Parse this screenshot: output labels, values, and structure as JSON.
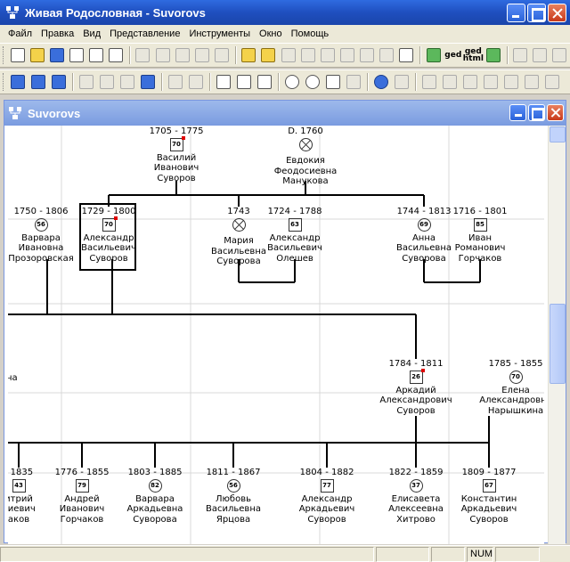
{
  "window": {
    "title": "Живая Родословная - Suvorovs"
  },
  "menu": [
    "Файл",
    "Правка",
    "Вид",
    "Представление",
    "Инструменты",
    "Окно",
    "Помощь"
  ],
  "toolbar1": {
    "ged_label": "ged",
    "ged_html_label": "ged\nhtml"
  },
  "child": {
    "title": "Suvorovs"
  },
  "tree": {
    "partial_label": "на",
    "people": [
      {
        "id": "vasiliy",
        "dates": "1705 - 1775",
        "age": "70",
        "sex": "male",
        "dead": false,
        "marker": true,
        "lines": [
          "Василий",
          "Иванович",
          "Суворов"
        ]
      },
      {
        "id": "evdokiya",
        "dates": "D. 1760",
        "age": "",
        "sex": "female",
        "dead": true,
        "marker": false,
        "lines": [
          "Евдокия",
          "Феодосиевна",
          "Манукова"
        ]
      },
      {
        "id": "varvara-p",
        "dates": "1750 - 1806",
        "age": "56",
        "sex": "female",
        "dead": false,
        "marker": false,
        "lines": [
          "Варвара",
          "Ивановна",
          "Прозоровская"
        ]
      },
      {
        "id": "aleksandr-v",
        "dates": "1729 - 1800",
        "age": "70",
        "sex": "male",
        "dead": false,
        "marker": true,
        "lines": [
          "Александр",
          "Васильевич",
          "Суворов"
        ]
      },
      {
        "id": "mariya",
        "dates": "1743",
        "age": "",
        "sex": "female",
        "dead": true,
        "marker": false,
        "lines": [
          "Мария",
          "Васильевна",
          "Суворова"
        ]
      },
      {
        "id": "aleksandr-o",
        "dates": "1724 - 1788",
        "age": "63",
        "sex": "male",
        "dead": false,
        "marker": false,
        "lines": [
          "Александр",
          "Васильевич",
          "Олешев"
        ]
      },
      {
        "id": "anna",
        "dates": "1744 - 1813",
        "age": "69",
        "sex": "female",
        "dead": false,
        "marker": false,
        "lines": [
          "Анна",
          "Васильевна",
          "Суворова"
        ]
      },
      {
        "id": "ivan",
        "dates": "1716 - 1801",
        "age": "85",
        "sex": "male",
        "dead": false,
        "marker": false,
        "lines": [
          "Иван",
          "Романович",
          "Горчаков"
        ]
      },
      {
        "id": "arkadiy",
        "dates": "1784 - 1811",
        "age": "26",
        "sex": "male",
        "dead": false,
        "marker": true,
        "lines": [
          "Аркадий",
          "Александрович",
          "Суворов"
        ]
      },
      {
        "id": "elena",
        "dates": "1785 - 1855",
        "age": "70",
        "sex": "female",
        "dead": false,
        "marker": false,
        "lines": [
          "Елена",
          "Александровна",
          "Нарышкина"
        ]
      },
      {
        "id": "dmitriy",
        "dates": "- 1835",
        "age": "43",
        "sex": "male",
        "dead": false,
        "marker": false,
        "lines": [
          "итрий",
          "пиевич",
          "аков"
        ]
      },
      {
        "id": "andrey",
        "dates": "1776 - 1855",
        "age": "79",
        "sex": "male",
        "dead": false,
        "marker": false,
        "lines": [
          "Андрей",
          "Иванович",
          "Горчаков"
        ]
      },
      {
        "id": "varvara-a",
        "dates": "1803 - 1885",
        "age": "82",
        "sex": "female",
        "dead": false,
        "marker": false,
        "lines": [
          "Варвара",
          "Аркадьевна",
          "Суворова"
        ]
      },
      {
        "id": "lyubov",
        "dates": "1811 - 1867",
        "age": "56",
        "sex": "female",
        "dead": false,
        "marker": false,
        "lines": [
          "Любовь",
          "Васильевна",
          "Ярцова"
        ]
      },
      {
        "id": "aleksandr-a",
        "dates": "1804 - 1882",
        "age": "77",
        "sex": "male",
        "dead": false,
        "marker": false,
        "lines": [
          "Александр",
          "Аркадьевич",
          "Суворов"
        ]
      },
      {
        "id": "elisaveta",
        "dates": "1822 - 1859",
        "age": "37",
        "sex": "female",
        "dead": false,
        "marker": false,
        "lines": [
          "Елисавета",
          "Алексеевна",
          "Хитрово"
        ]
      },
      {
        "id": "konstantin",
        "dates": "1809 - 1877",
        "age": "67",
        "sex": "male",
        "dead": false,
        "marker": false,
        "lines": [
          "Константин",
          "Аркадьевич",
          "Суворов"
        ]
      }
    ]
  },
  "status": {
    "num": "NUM"
  },
  "colors": {
    "title_bar": "#1f4fbf",
    "child_title": "#7a9be0",
    "marker": "#e00000",
    "grid": "#d8d8d8"
  }
}
